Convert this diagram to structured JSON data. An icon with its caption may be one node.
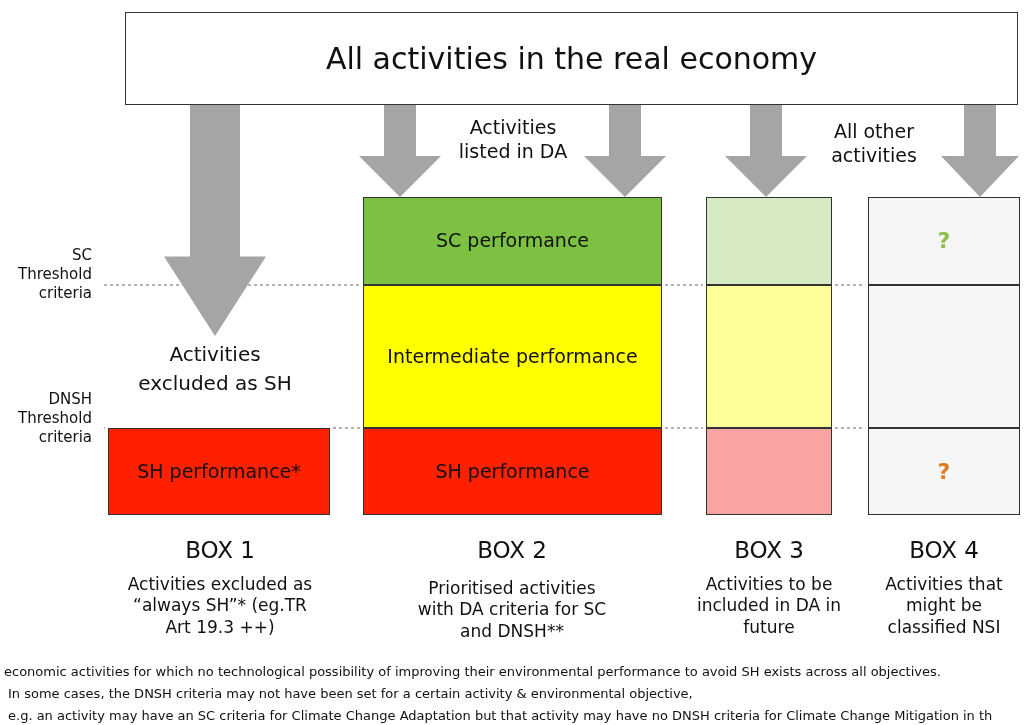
{
  "diagram": {
    "nodes": [
      {
        "text": [
          "All activities in the real economy"
        ]
      },
      {
        "text": [
          "SC performance"
        ]
      },
      {
        "text": [],
        "shape": "box"
      },
      {
        "text": [
          "?"
        ]
      },
      {
        "text": [
          "Intermediate performance"
        ]
      },
      {
        "text": [],
        "shape": "box"
      },
      {
        "text": [],
        "shape": "box"
      },
      {
        "text": [
          "Activities excluded as SH"
        ]
      },
      {
        "text": [
          "SH performance*"
        ]
      },
      {
        "text": [
          "SH performance"
        ]
      },
      {
        "text": [],
        "shape": "box"
      },
      {
        "text": [
          "?"
        ]
      }
    ],
    "edges": [
      {
        "from": 0,
        "to": 7,
        "arrow": "to"
      },
      {
        "from": 0,
        "to": 1,
        "arrow": "to"
      },
      {
        "from": 0,
        "to": 1,
        "arrow": "to"
      },
      {
        "from": 0,
        "to": 2,
        "arrow": "to"
      },
      {
        "from": 0,
        "to": 3,
        "arrow": "to"
      }
    ],
    "labels": [
      "Activities listed in DA",
      "All other activities",
      "SC Threshold criteria",
      "DNSH Threshold criteria",
      "BOX 1",
      "Activities excluded as “always SH”* (eg.TR Art 19.3 ++)",
      "BOX 2",
      "Prioritised activities with DA criteria for SC and DNSH**",
      "BOX 3",
      "Activities to be included in DA in future",
      "BOX 4",
      "Activities that might be classified NSI",
      "economic activities for which no technological possibility of improving their environmental performance to avoid SH exists across all objectives.",
      "In some cases, the DNSH criteria may not have been set for a certain activity & environmental objective,",
      "e.g. an activity may have an SC criteria for Climate Change Adaptation but that activity may have no DNSH criteria for Climate Change Mitigation in th"
    ]
  }
}
